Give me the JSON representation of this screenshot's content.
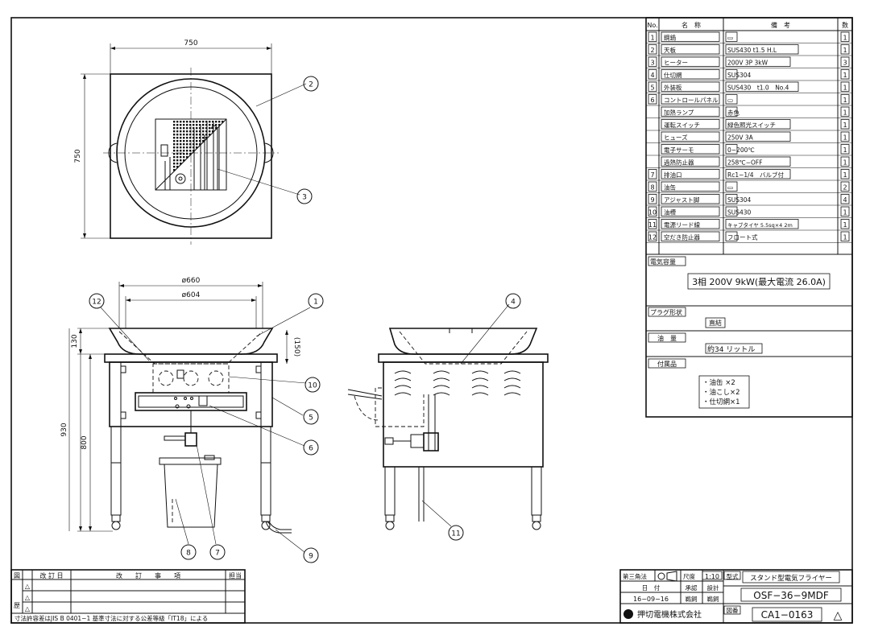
{
  "dims": {
    "top_width": "750",
    "top_depth": "750",
    "dia_outer": "ø660",
    "dia_inner": "ø604",
    "h_130": "130",
    "h_150": "(150)",
    "h_930": "930",
    "h_800": "800"
  },
  "balloons": [
    "1",
    "2",
    "3",
    "4",
    "5",
    "6",
    "7",
    "8",
    "9",
    "10",
    "11",
    "12"
  ],
  "parts_table": {
    "headers": {
      "no": "No.",
      "name": "名　称",
      "note": "備　考",
      "qty": "数"
    },
    "rows": [
      {
        "no": "1",
        "name": "鋼鍋",
        "note": "▭",
        "qty": "1"
      },
      {
        "no": "2",
        "name": "天板",
        "note": "SUS430 t1.5 H.L",
        "qty": "1"
      },
      {
        "no": "3",
        "name": "ヒーター",
        "note": "200V 3P 3kW",
        "qty": "3"
      },
      {
        "no": "4",
        "name": "仕切網",
        "note": "SUS304",
        "qty": "1"
      },
      {
        "no": "5",
        "name": "外装板",
        "note": "SUS430　t1.0　No.4",
        "qty": "1"
      },
      {
        "no": "6",
        "name": "コントロールパネル",
        "note": "▭",
        "qty": "1"
      },
      {
        "no": "",
        "name": "加熱ランプ",
        "note": "赤色",
        "qty": "1"
      },
      {
        "no": "",
        "name": "運転スイッチ",
        "note": "緑色照光スイッチ",
        "qty": "1"
      },
      {
        "no": "",
        "name": "ヒューズ",
        "note": "250V 3A",
        "qty": "1"
      },
      {
        "no": "",
        "name": "電子サーモ",
        "note": "0~200℃",
        "qty": "1"
      },
      {
        "no": "",
        "name": "過熱防止器",
        "note": "258℃−OFF",
        "qty": "1"
      },
      {
        "no": "7",
        "name": "排油口",
        "note": "Rc1−1/4　バルブ付",
        "qty": "1"
      },
      {
        "no": "8",
        "name": "油缶",
        "note": "▭",
        "qty": "2"
      },
      {
        "no": "9",
        "name": "アジャスト脚",
        "note": "SUS304",
        "qty": "4"
      },
      {
        "no": "10",
        "name": "油槽",
        "note": "SUS430",
        "qty": "1"
      },
      {
        "no": "11",
        "name": "電源リード線",
        "note": "キャブタイヤ 5.5sq×4 2m",
        "qty": "1"
      },
      {
        "no": "12",
        "name": "空だき防止器",
        "note": "フロート式",
        "qty": "1"
      }
    ]
  },
  "specs": {
    "power_label": "電気容量",
    "power_value": "3相 200V 9kW(最大電流 26.0A)",
    "plug_label": "プラグ形状",
    "plug_value": "直結",
    "oil_label": "油　量",
    "oil_value": "約34 リットル",
    "acc_label": "付属品",
    "accessories": [
      "・油缶 ×2",
      "・油こし×2",
      "・仕切網×1"
    ]
  },
  "revision": {
    "col_mark": "図",
    "col_date": "改 訂 日",
    "col_desc": "改　　訂　　事　　項",
    "col_person": "担当",
    "rev_marks": [
      "△",
      "△",
      "△"
    ],
    "side_label": "歴",
    "tolerance_note": "寸法許容差はJIS B 0401−1 基準寸法に対する公差等級「IT18」による"
  },
  "title_block": {
    "projection": "第三角法",
    "scale_label": "尺度",
    "scale_value": "1:10",
    "model_label": "型式",
    "product_name": "スタンド型電気フライヤー",
    "date_label": "日　付",
    "approve_label": "承認",
    "design_label": "設計",
    "date_value": "16−09−16",
    "check_label": "鵜飼",
    "draw_label": "鵜飼",
    "model_number": "OSF−36−9MDF",
    "company": "押切電機株式会社",
    "drawing_label": "図番",
    "drawing_number": "CA1−0163",
    "rev_triangle": "△"
  }
}
